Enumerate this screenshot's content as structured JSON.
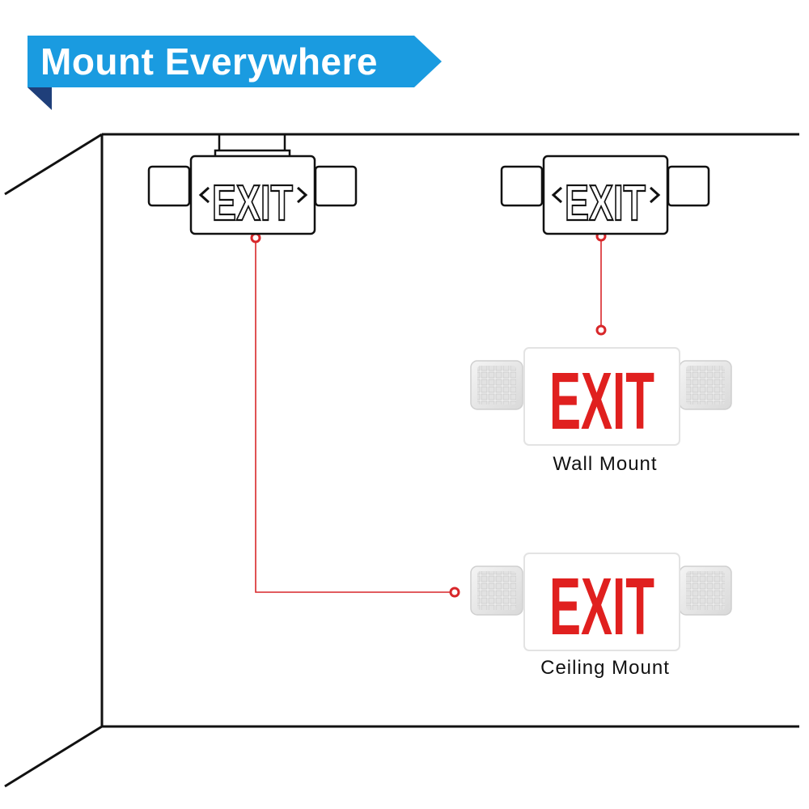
{
  "banner": {
    "title": "Mount Everywhere",
    "color": "#1a9be0",
    "shadow_color": "#1f3f7a"
  },
  "signs": {
    "exit_text": "EXIT",
    "outline_color": "#111111",
    "lit_color": "#e0201f",
    "connector_color": "#d8272a"
  },
  "labels": {
    "wall_mount": "Wall Mount",
    "ceiling_mount": "Ceiling Mount"
  }
}
